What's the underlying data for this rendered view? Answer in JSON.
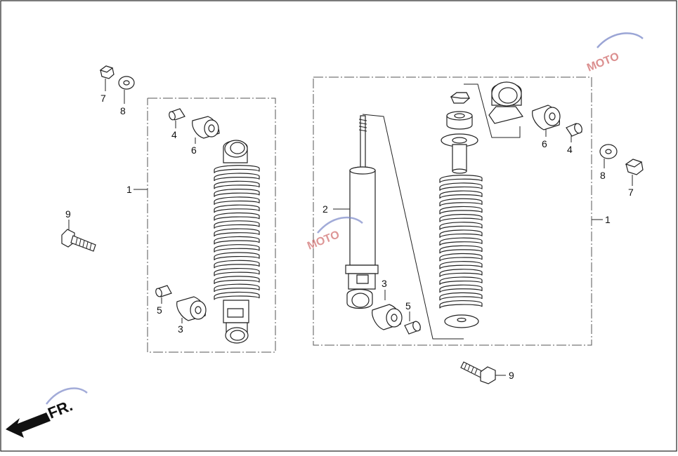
{
  "diagram": {
    "left_assembly": {
      "callouts": {
        "assembly": "1",
        "nut": "7",
        "washer": "8",
        "collar_top": "4",
        "bush_top": "6",
        "collar_bottom": "5",
        "bush_bottom": "3",
        "bolt": "9"
      }
    },
    "right_assembly": {
      "callouts": {
        "assembly": "1",
        "damper": "2",
        "bush_bottom": "3",
        "collar_bottom": "5",
        "bush_top": "6",
        "collar_top": "4",
        "washer": "8",
        "nut": "7",
        "bolt": "9"
      }
    },
    "front_indicator": "FR.",
    "watermark": "MOTO",
    "colors": {
      "line": "#222222",
      "frame": "#555555",
      "watermark_blue": "#7a88c8",
      "watermark_red": "#d06a6a",
      "arrow_fill": "#111111"
    }
  }
}
